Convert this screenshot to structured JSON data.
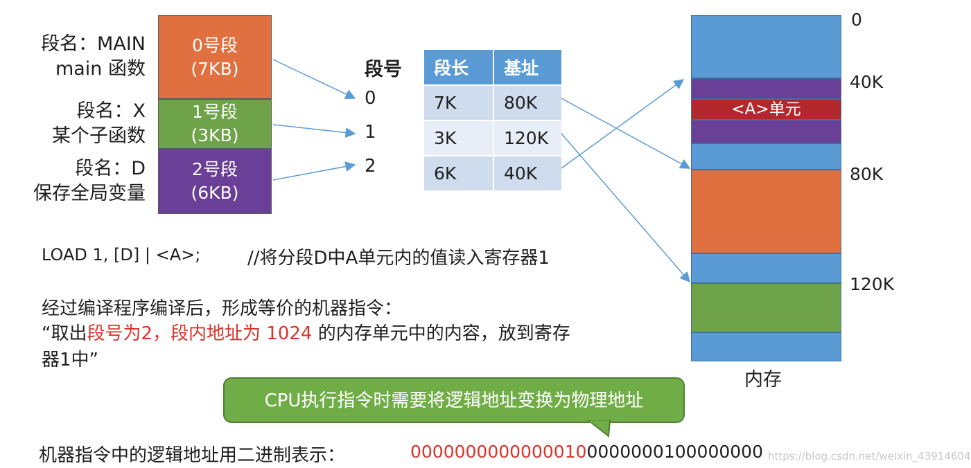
{
  "segments": [
    {
      "label_line1": "段名：MAIN",
      "label_line2": "main 函数",
      "block_line1": "0号段",
      "block_line2": "(7KB)",
      "color": "#e07040"
    },
    {
      "label_line1": "段名：X",
      "label_line2": "某个子函数",
      "block_line1": "1号段",
      "block_line2": "(3KB)",
      "color": "#6ea34a"
    },
    {
      "label_line1": "段名：D",
      "label_line2": "保存全局变量",
      "block_line1": "2号段",
      "block_line2": "(6KB)",
      "color": "#6a3f97"
    }
  ],
  "segnum_header": "段号",
  "segnums": [
    "0",
    "1",
    "2"
  ],
  "table": {
    "headers": [
      "段长",
      "基址"
    ],
    "rows": [
      [
        "7K",
        "80K"
      ],
      [
        "3K",
        "120K"
      ],
      [
        "6K",
        "40K"
      ]
    ]
  },
  "memory": {
    "addresses": [
      "0",
      "40K",
      "80K",
      "120K"
    ],
    "unit_label": "<A>单元",
    "caption": "内存",
    "colors": {
      "free": "#5b9bd5",
      "segD": "#6a3f97",
      "unit": "#b3282d",
      "segMAIN": "#e07040",
      "segX": "#6ea34a"
    }
  },
  "instruction": {
    "code": "LOAD 1, [D] | <A>;",
    "comment": "//将分段D中A单元内的值读入寄存器1"
  },
  "explain": {
    "line1": "经过编译程序编译后，形成等价的机器指令：",
    "line2_a": "“取出",
    "line2_red": "段号为2，段内地址为 1024",
    "line2_b": " 的内存单元中的内容，放到寄存",
    "line3": "器1中”"
  },
  "bubble": "CPU执行指令时需要将逻辑地址变换为物理地址",
  "binary": {
    "label": "机器指令中的逻辑地址用二进制表示：",
    "red_part": "0000000000000010",
    "black_part": "0000000100000000"
  },
  "watermark": "https://blog.csdn.net/weixin_43914604"
}
